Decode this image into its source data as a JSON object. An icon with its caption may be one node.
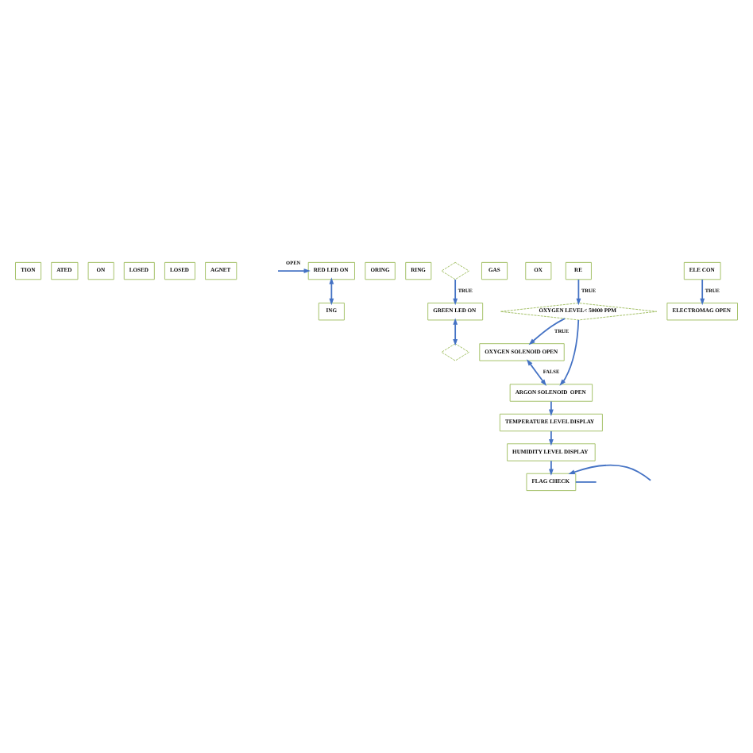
{
  "diagram": {
    "nodes": [
      {
        "text": [
          "TION"
        ]
      },
      {
        "text": [
          "ATED"
        ]
      },
      {
        "text": [
          "ON"
        ]
      },
      {
        "text": [
          "LOSED"
        ]
      },
      {
        "text": [
          "LOSED"
        ]
      },
      {
        "text": [
          "AGNET"
        ]
      },
      {
        "text": [
          "RED LED ON"
        ]
      },
      {
        "text": [
          "ING"
        ]
      },
      {
        "text": [
          "ORING"
        ]
      },
      {
        "text": [
          "RING"
        ]
      },
      {
        "text": [],
        "shape": "diamond"
      },
      {
        "text": [
          "GREEN LED ON"
        ]
      },
      {
        "text": [],
        "shape": "diamond"
      },
      {
        "text": [
          "GAS"
        ]
      },
      {
        "text": [
          "OX"
        ]
      },
      {
        "text": [
          "RE"
        ]
      },
      {
        "text": [
          "ELE CON"
        ]
      },
      {
        "text": [
          "ELECTROMAG OPEN"
        ]
      },
      {
        "text": [
          "OXYGEN LEVEL< 50000 PPM"
        ]
      },
      {
        "text": [
          "OXYGEN SOLENOID OPEN"
        ]
      },
      {
        "text": [
          "ARGON SOLENOID  OPEN"
        ]
      },
      {
        "text": [
          "TEMPERATURE LEVEL DISPLAY"
        ]
      },
      {
        "text": [
          "HUMIDITY LEVEL DISPLAY"
        ]
      },
      {
        "text": [
          "FLAG CHECK"
        ]
      }
    ],
    "edges": [
      {
        "from": null,
        "to": 6,
        "arrow": "to",
        "label": "OPEN"
      },
      {
        "from": 6,
        "to": 7,
        "arrow": "both"
      },
      {
        "from": 10,
        "to": 11,
        "arrow": "to",
        "label": "TRUE"
      },
      {
        "from": 11,
        "to": 12,
        "arrow": "both"
      },
      {
        "from": 15,
        "to": 18,
        "arrow": "to",
        "label": "TRUE"
      },
      {
        "from": 16,
        "to": 17,
        "arrow": "to",
        "label": "TRUE"
      },
      {
        "from": 18,
        "to": 19,
        "arrow": "to",
        "label": "TRUE"
      },
      {
        "from": 18,
        "to": 20,
        "arrow": "to"
      },
      {
        "from": 19,
        "to": 20,
        "arrow": "both",
        "label": "FALSE"
      },
      {
        "from": 20,
        "to": 21,
        "arrow": "to"
      },
      {
        "from": 21,
        "to": 22,
        "arrow": "to"
      },
      {
        "from": 22,
        "to": 23,
        "arrow": "to"
      },
      {
        "from": null,
        "to": 23,
        "arrow": "to"
      },
      {
        "from": 23,
        "to": null,
        "arrow": "none"
      }
    ]
  }
}
